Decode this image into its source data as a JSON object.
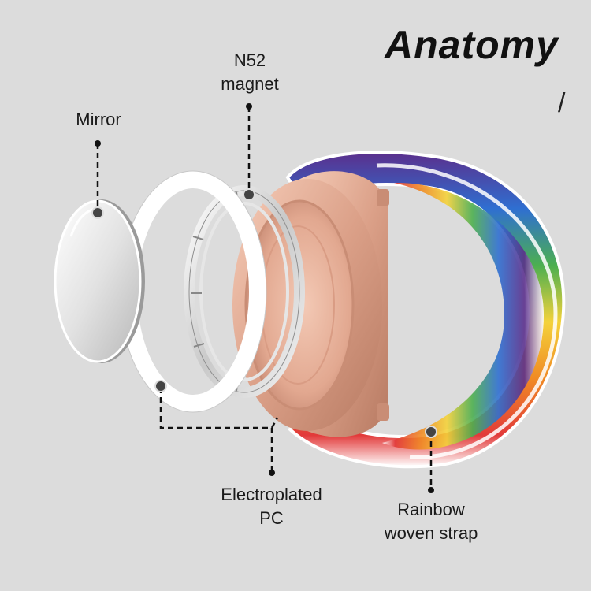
{
  "title": "Anatomy",
  "title_mark": "/",
  "labels": {
    "magnet_line1": "N52",
    "magnet_line2": "magnet",
    "mirror": "Mirror",
    "pc_line1": "Electroplated",
    "pc_line2": "PC",
    "strap_line1": "Rainbow",
    "strap_line2": "woven strap"
  },
  "colors": {
    "background": "#dcdcdc",
    "rose_gold": "#e0a78f",
    "rainbow": [
      "#e23a3a",
      "#f08a24",
      "#f4d23a",
      "#4caf50",
      "#2f6fd1",
      "#5b2f8c"
    ]
  }
}
